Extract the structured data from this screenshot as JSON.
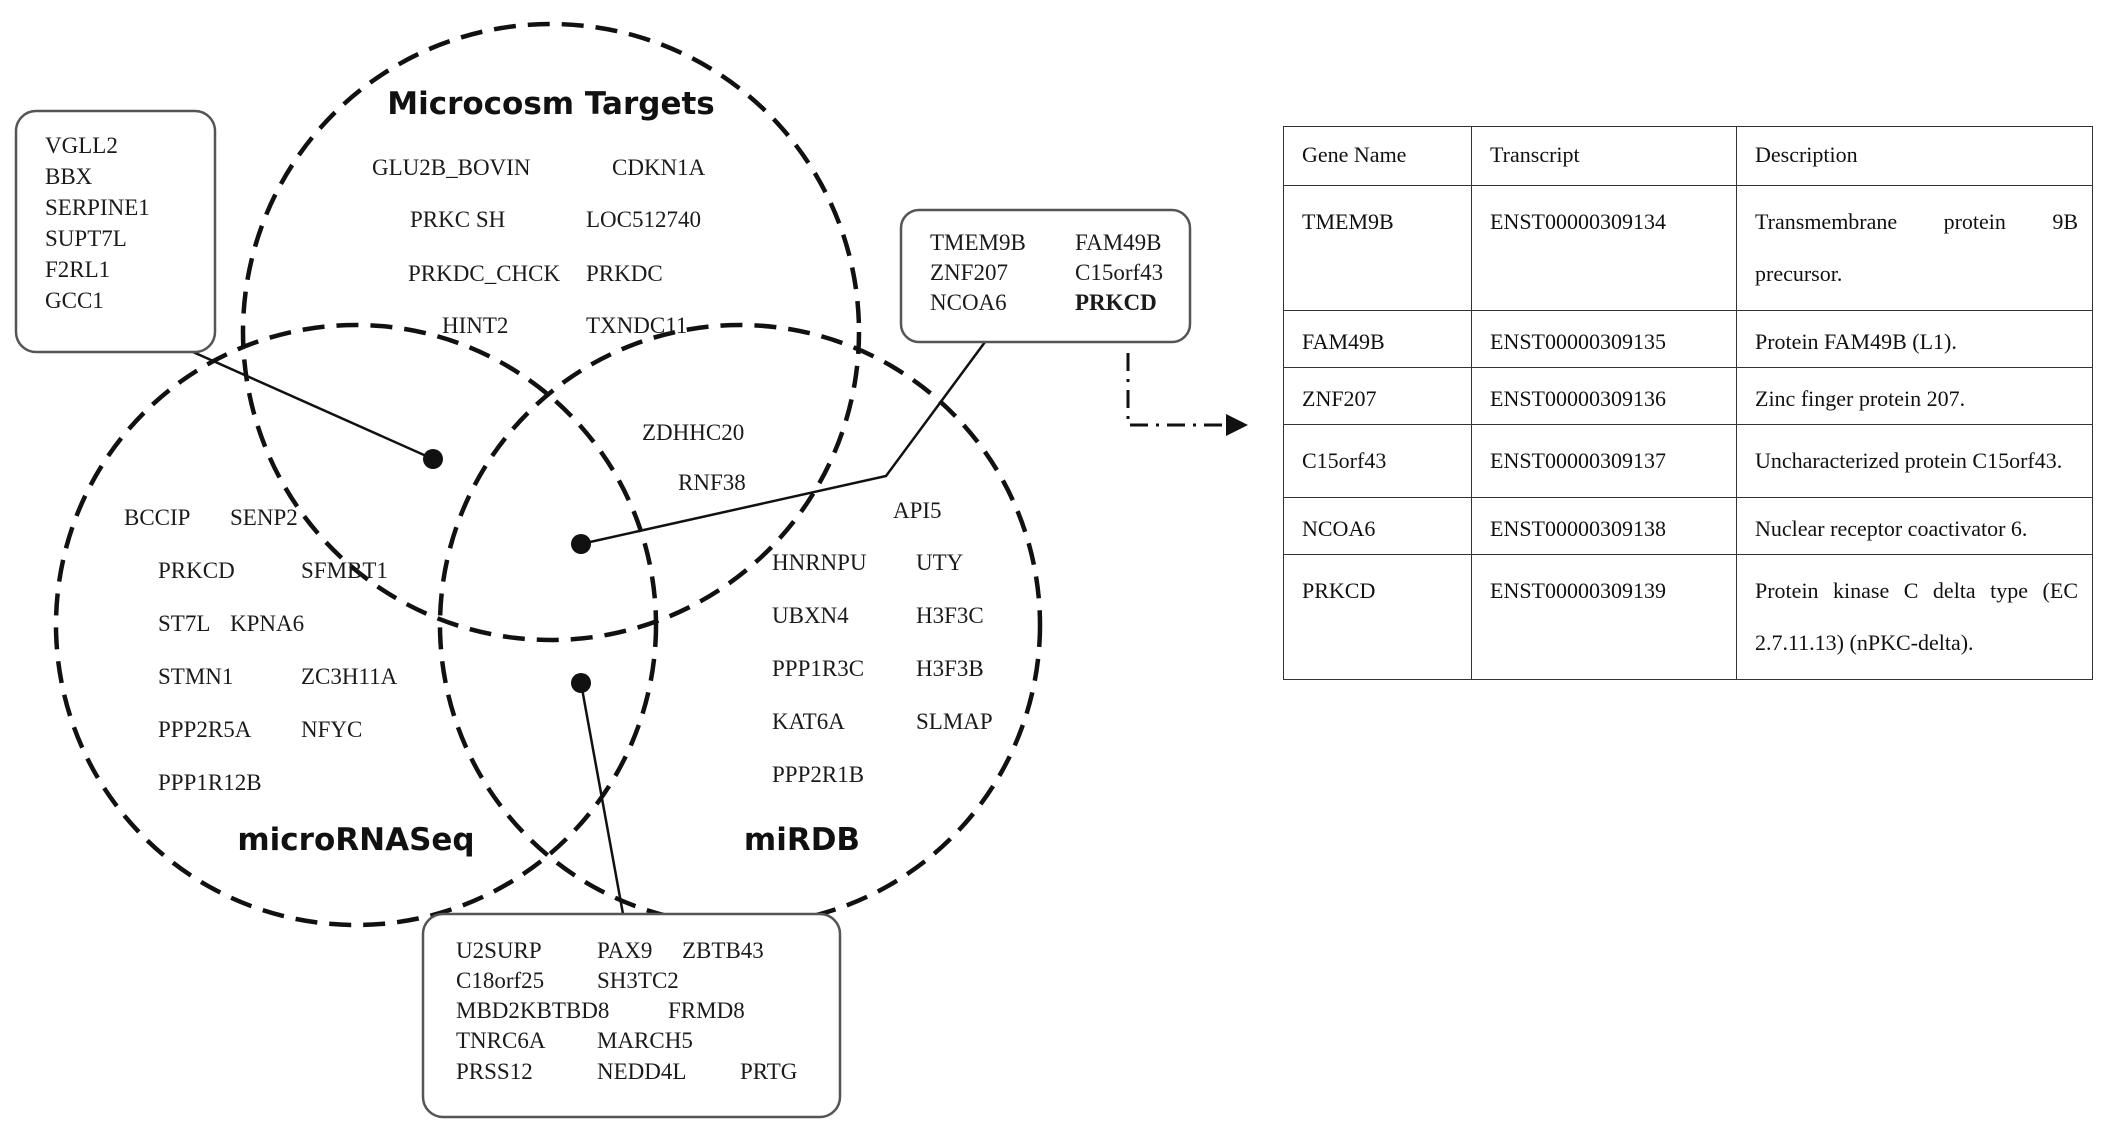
{
  "venn": {
    "sets": {
      "microcosm": {
        "label": "Microcosm Targets"
      },
      "micrornaseq": {
        "label": "microRNASeq"
      },
      "mirdb": {
        "label": "miRDB"
      }
    },
    "microcosm_genes": [
      "GLU2B_BOVIN",
      "CDKN1A",
      "PRKC SH",
      "LOC512740",
      "PRKDC_CHCK",
      "PRKDC",
      "HINT2",
      "TXNDC11"
    ],
    "micrornaseq_genes": [
      "BCCIP",
      "SENP2",
      "PRKCD",
      "SFMBT1",
      "ST7L",
      "KPNA6",
      "STMN1",
      "ZC3H11A",
      "PPP2R5A",
      "NFYC",
      "PPP1R12B"
    ],
    "mirdb_genes": [
      "API5",
      "HNRNPU",
      "UTY",
      "UBXN4",
      "H3F3C",
      "PPP1R3C",
      "H3F3B",
      "KAT6A",
      "SLMAP",
      "PPP2R1B"
    ],
    "microcosm_mirdb_genes": [
      "ZDHHC20",
      "RNF38"
    ],
    "callouts": {
      "microcosm_micrornaseq": [
        "VGLL2",
        "BBX",
        "SERPINE1",
        "SUPT7L",
        "F2RL1",
        "GCC1"
      ],
      "all_three": [
        "TMEM9B",
        "FAM49B",
        "ZNF207",
        "C15orf43",
        "NCOA6",
        "PRKCD"
      ],
      "micrornaseq_mirdb": [
        "U2SURP",
        "PAX9",
        "ZBTB43",
        "C18orf25",
        "SH3TC2",
        "MBD2KBTBD8",
        "FRMD8",
        "TNRC6A",
        "MARCH5",
        "PRSS12",
        "NEDD4L",
        "PRTG"
      ]
    }
  },
  "table": {
    "headers": [
      "Gene Name",
      "Transcript",
      "Description"
    ],
    "rows": [
      [
        "TMEM9B",
        "ENST00000309134",
        "Transmembrane protein 9B precursor."
      ],
      [
        "FAM49B",
        "ENST00000309135",
        "Protein FAM49B (L1)."
      ],
      [
        "ZNF207",
        "ENST00000309136",
        "Zinc finger protein 207."
      ],
      [
        "C15orf43",
        "ENST00000309137",
        "Uncharacterized protein C15orf43."
      ],
      [
        "NCOA6",
        "ENST00000309138",
        "Nuclear receptor coactivator 6."
      ],
      [
        "PRKCD",
        "ENST00000309139",
        "Protein kinase C delta type (EC 2.7.11.13) (nPKC-delta)."
      ]
    ]
  }
}
